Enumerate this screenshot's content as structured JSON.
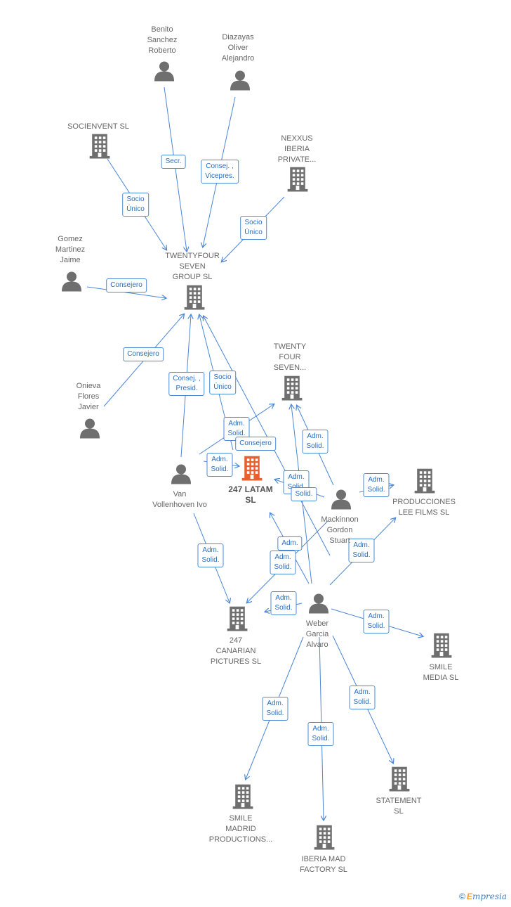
{
  "colors": {
    "edge": "#4a86d8",
    "building": "#6f6f6f",
    "building_main": "#e8602e",
    "person": "#6f6f6f"
  },
  "nodes": [
    {
      "id": "benito",
      "kind": "person",
      "label": "Benito\nSanchez\nRoberto"
    },
    {
      "id": "diazayas",
      "kind": "person",
      "label": "Diazayas\nOliver\nAlejandro"
    },
    {
      "id": "socienvent",
      "kind": "company",
      "label": "SOCIENVENT SL"
    },
    {
      "id": "nexxus",
      "kind": "company",
      "label": "NEXXUS\nIBERIA\nPRIVATE..."
    },
    {
      "id": "gomez",
      "kind": "person",
      "label": "Gomez\nMartinez\nJaime"
    },
    {
      "id": "twentyfour",
      "kind": "company",
      "label": "TWENTYFOUR\nSEVEN\nGROUP  SL"
    },
    {
      "id": "onieva",
      "kind": "person",
      "label": "Onieva\nFlores\nJavier"
    },
    {
      "id": "twentyseven",
      "kind": "company",
      "label": "TWENTY\nFOUR\nSEVEN..."
    },
    {
      "id": "latam",
      "kind": "company_main",
      "label": "247 LATAM\nSL"
    },
    {
      "id": "van",
      "kind": "person",
      "label": "Van\nVollenhoven Ivo"
    },
    {
      "id": "mackinnon",
      "kind": "person",
      "label": "Mackinnon\nGordon\nStuart"
    },
    {
      "id": "lee",
      "kind": "company",
      "label": "PRODUCCIONES\nLEE FILMS SL"
    },
    {
      "id": "canarian",
      "kind": "company",
      "label": "247\nCANARIAN\nPICTURES  SL"
    },
    {
      "id": "weber",
      "kind": "person",
      "label": "Weber\nGarcia\nAlvaro"
    },
    {
      "id": "smilemedia",
      "kind": "company",
      "label": "SMILE\nMEDIA SL"
    },
    {
      "id": "statement",
      "kind": "company",
      "label": "STATEMENT\nSL"
    },
    {
      "id": "smilemadrid",
      "kind": "company",
      "label": "SMILE\nMADRID\nPRODUCTIONS..."
    },
    {
      "id": "iberiamad",
      "kind": "company",
      "label": "IBERIA MAD\nFACTORY  SL"
    }
  ],
  "relations": [
    {
      "id": "r_secr",
      "label": "Secr."
    },
    {
      "id": "r_consej_vice",
      "label": "Consej. ,\nVicepres."
    },
    {
      "id": "r_socio_socienvent",
      "label": "Socio\nÚnico"
    },
    {
      "id": "r_socio_nexxus",
      "label": "Socio\nÚnico"
    },
    {
      "id": "r_consejero_gomez",
      "label": "Consejero"
    },
    {
      "id": "r_consejero_onieva",
      "label": "Consejero"
    },
    {
      "id": "r_consej_presid",
      "label": "Consej. ,\nPresid."
    },
    {
      "id": "r_socio_latam",
      "label": "Socio\nÚnico"
    },
    {
      "id": "r_adm_van_tfs",
      "label": "Adm.\nSolid."
    },
    {
      "id": "r_consejero_mack",
      "label": "Consejero"
    },
    {
      "id": "r_adm_mack_tfs",
      "label": "Adm.\nSolid."
    },
    {
      "id": "r_adm_van_latam",
      "label": "Adm.\nSolid."
    },
    {
      "id": "r_adm_weber_latam",
      "label": "Adm.\nSolid."
    },
    {
      "id": "r_adm_mack_latam",
      "label": "Solid."
    },
    {
      "id": "r_adm_mack_lee",
      "label": "Adm.\nSolid."
    },
    {
      "id": "r_adm_weber_lee",
      "label": "Adm.\nSolid."
    },
    {
      "id": "r_adm_van_can",
      "label": "Adm.\nSolid."
    },
    {
      "id": "r_adm_weber_latam2",
      "label": "Adm."
    },
    {
      "id": "r_adm_mack_can",
      "label": "Adm.\nSolid."
    },
    {
      "id": "r_adm_weber_can",
      "label": "Adm.\nSolid."
    },
    {
      "id": "r_adm_weber_smilemedia",
      "label": "Adm.\nSolid."
    },
    {
      "id": "r_adm_weber_statement",
      "label": "Adm.\nSolid."
    },
    {
      "id": "r_adm_weber_smilemadrid",
      "label": "Adm.\nSolid."
    },
    {
      "id": "r_adm_weber_iberia",
      "label": "Adm.\nSolid."
    }
  ],
  "brand": {
    "symbol": "©",
    "first": "E",
    "rest": "mpresia"
  }
}
